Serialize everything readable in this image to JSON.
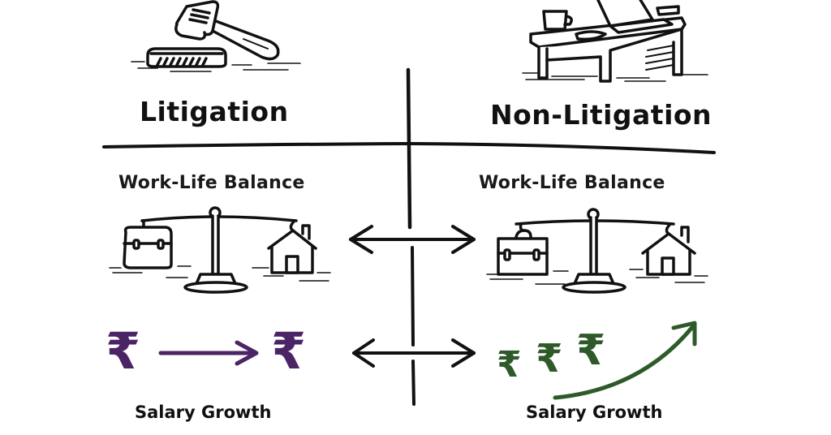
{
  "left": {
    "illustration": "gavel-icon",
    "title": "Litigation",
    "work_life": {
      "label": "Work-Life Balance",
      "scale": {
        "left_item": "briefcase-icon",
        "right_item": "house-icon",
        "tilt": "briefcase-heavier"
      }
    },
    "salary": {
      "label": "Salary Growth",
      "from_symbol": "₹",
      "to_symbol": "₹",
      "arrow": "straight-right",
      "color": "#4b2466"
    }
  },
  "right": {
    "illustration": "desk-laptop-icon",
    "title": "Non-Litigation",
    "work_life": {
      "label": "Work-Life Balance",
      "scale": {
        "left_item": "briefcase-icon",
        "right_item": "house-icon",
        "tilt": "balanced"
      }
    },
    "salary": {
      "label": "Salary Growth",
      "symbols": [
        "₹",
        "₹",
        "₹"
      ],
      "arrow": "curved-upward",
      "color": "#2e5a2a"
    }
  },
  "comparison_arrows": [
    "double-arrow-work-life",
    "double-arrow-salary"
  ],
  "colors": {
    "ink": "#111111",
    "purple": "#4b2466",
    "green": "#2e5a2a",
    "background": "#ffffff"
  }
}
